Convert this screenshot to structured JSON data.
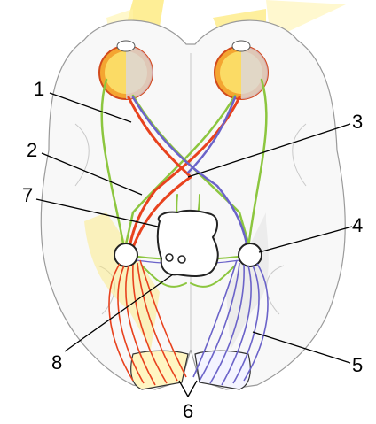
{
  "colors": {
    "red_pathway": "#e8421e",
    "blue_pathway": "#6b63c9",
    "green_pathway": "#8cc63f",
    "yellow_light": "#fde873",
    "eye_orange": "#f4a531",
    "brain_outline": "#9a9a9a"
  },
  "labels": {
    "l1": "1",
    "l2": "2",
    "l3": "3",
    "l4": "4",
    "l5": "5",
    "l6": "6",
    "l7": "7",
    "l8": "8"
  }
}
